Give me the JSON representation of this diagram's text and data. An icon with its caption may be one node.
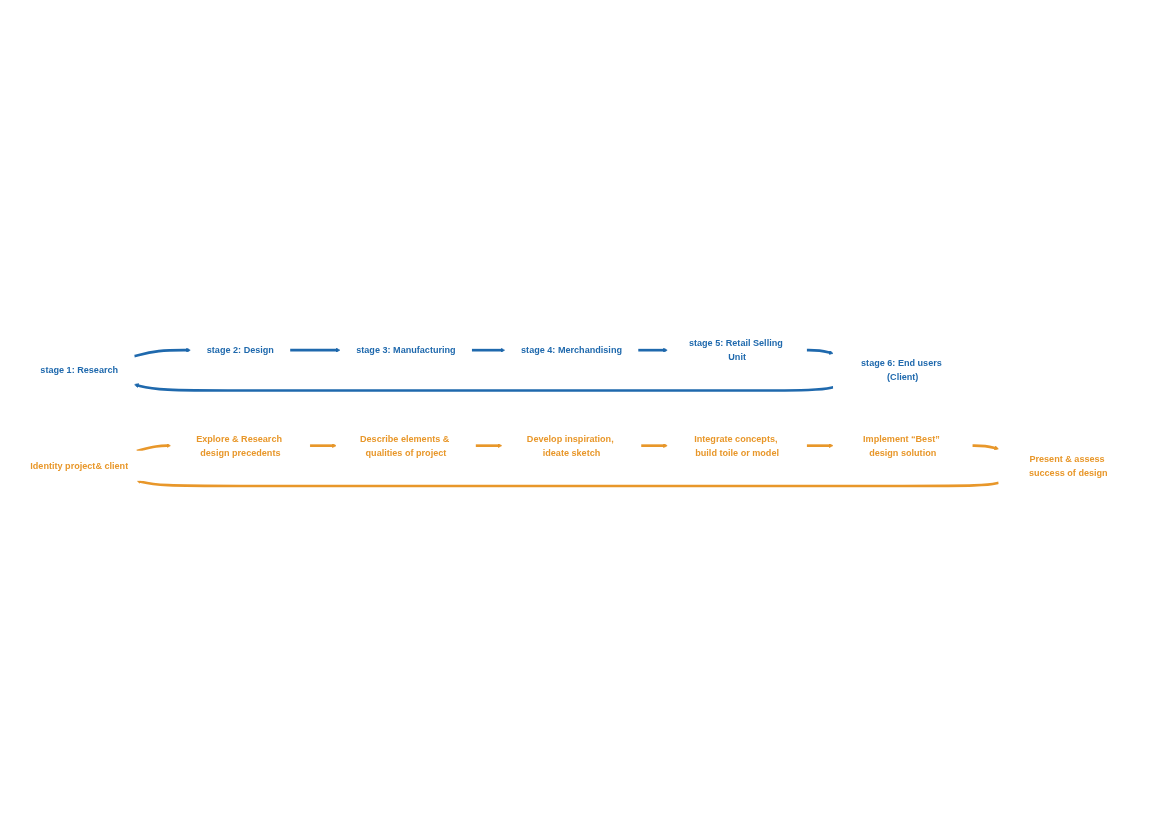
{
  "diagram": {
    "nodes": [
      {
        "text": [
          "stage 1: Research"
        ]
      },
      {
        "text": [
          "Identity project& client"
        ]
      },
      {
        "text": [
          "stage 6: End users (Client)"
        ]
      },
      {
        "text": [
          "Present & assess success of design"
        ]
      },
      {
        "text": [
          "Explore & Research design precedents"
        ]
      },
      {
        "text": [
          "stage 5: Retail Selling Unit"
        ]
      },
      {
        "text": [
          "Implement “Best” design solution"
        ]
      },
      {
        "text": [
          "stage 2: Design"
        ]
      },
      {
        "text": [
          "Describe elements & qualities of project"
        ]
      },
      {
        "text": [
          "stage 4: Merchandising"
        ]
      },
      {
        "text": [
          "stage 3: Manufacturing"
        ]
      },
      {
        "text": [
          "Integrate concepts, build toile or model"
        ]
      },
      {
        "text": [
          "Develop inspiration, ideate sketch"
        ]
      }
    ],
    "edges": [
      {
        "from": 0,
        "to": 7,
        "arrow": "to",
        "color": "#1f69ad"
      },
      {
        "from": 7,
        "to": 10,
        "arrow": "to",
        "color": "#1f69ad"
      },
      {
        "from": 10,
        "to": 9,
        "arrow": "to",
        "color": "#1f69ad"
      },
      {
        "from": 9,
        "to": 5,
        "arrow": "to",
        "color": "#1f69ad"
      },
      {
        "from": 5,
        "to": 2,
        "arrow": "to",
        "color": "#1f69ad"
      },
      {
        "from": 2,
        "to": 0,
        "arrow": "to",
        "color": "#1f69ad"
      },
      {
        "from": 1,
        "to": 4,
        "arrow": "to"
      },
      {
        "from": 4,
        "to": 8,
        "arrow": "to"
      },
      {
        "from": 8,
        "to": 12,
        "arrow": "to"
      },
      {
        "from": 12,
        "to": 11,
        "arrow": "to"
      },
      {
        "from": 11,
        "to": 6,
        "arrow": "to"
      },
      {
        "from": 6,
        "to": 3,
        "arrow": "to"
      },
      {
        "from": 3,
        "to": 1,
        "arrow": "to"
      }
    ]
  }
}
